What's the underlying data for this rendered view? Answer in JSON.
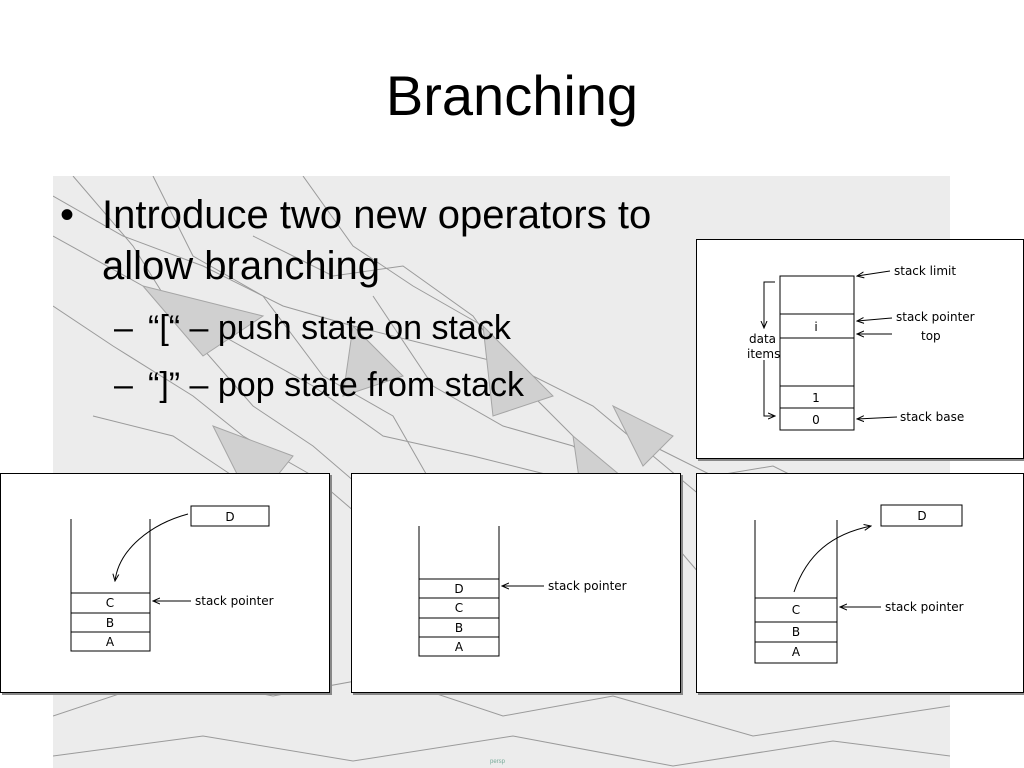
{
  "slide": {
    "title": "Branching",
    "bullet": "Introduce two new operators to allow branching",
    "subbullets": [
      {
        "dash": "–",
        "text": "“[“ – push state on stack"
      },
      {
        "dash": "–",
        "text": "“]” – pop state from stack"
      }
    ]
  },
  "diagram_stack": {
    "stack_limit": "stack limit",
    "stack_pointer": "stack pointer",
    "top": "top",
    "data": "data",
    "items": "items",
    "stack_base": "stack base",
    "cells": [
      "i",
      "1",
      "0"
    ]
  },
  "diagram_before": {
    "incoming": "D",
    "pointer_label": "stack pointer",
    "cells": [
      "C",
      "B",
      "A"
    ]
  },
  "diagram_pushed": {
    "pointer_label": "stack pointer",
    "cells": [
      "D",
      "C",
      "B",
      "A"
    ]
  },
  "diagram_popped": {
    "outgoing": "D",
    "pointer_label": "stack pointer",
    "cells": [
      "C",
      "B",
      "A"
    ]
  },
  "footer": {
    "mark": "persp"
  }
}
